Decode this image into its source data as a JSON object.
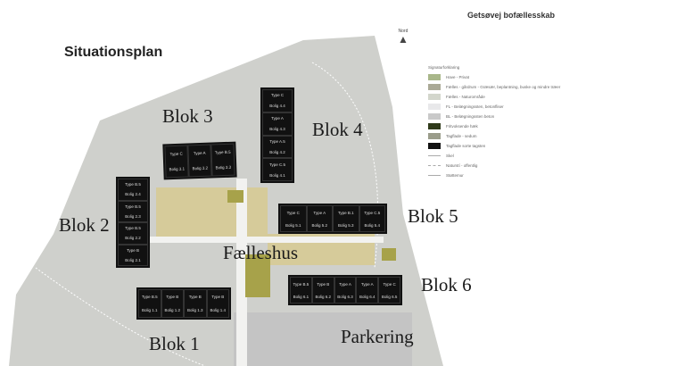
{
  "title": "Situationsplan",
  "project": "Getsøvej bofællesskab",
  "north": "Nord",
  "legend": {
    "heading": "Signaturforklaring",
    "items": [
      {
        "label": "Have - Privat",
        "color": "#a9b78a"
      },
      {
        "label": "Fælles - gårdrum - Græsær, beplantning, buske og mindre træer",
        "color": "#aaa996"
      },
      {
        "label": "Fælles - Naturområde",
        "color": "#d3d6cc"
      },
      {
        "label": "FL - Belægningssten, betonfliser",
        "color": "#e8e8ea"
      },
      {
        "label": "BL - Belægningssten beton",
        "color": "#c9c9c9"
      },
      {
        "label": "Fritvoksende hæk",
        "color": "#2f3a1a"
      },
      {
        "label": "Tagflade - sedum",
        "color": "#9a9c8a"
      },
      {
        "label": "Tagflade sorte tagsten",
        "color": "#111111"
      },
      {
        "label": "Skel",
        "color": "line"
      },
      {
        "label": "Naturstí - offentlig",
        "color": "dash"
      },
      {
        "label": "Støttemur",
        "color": "line"
      }
    ]
  },
  "labels": {
    "blok1": "Blok 1",
    "blok2": "Blok 2",
    "blok3": "Blok 3",
    "blok4": "Blok 4",
    "blok5": "Blok 5",
    "blok6": "Blok 6",
    "faelleshus": "Fælleshus",
    "parkering": "Parkering"
  },
  "buildings": {
    "b3": [
      [
        "Type C",
        "Bolig 3.1"
      ],
      [
        "Type A",
        "Bolig 3.2"
      ],
      [
        "Type B.5",
        "Bolig 3.3"
      ]
    ],
    "b4": [
      [
        "Type C",
        "Bolig 4.4"
      ],
      [
        "Type A",
        "Bolig 4.3"
      ],
      [
        "Type A.5",
        "Bolig 4.2"
      ],
      [
        "Type C.5",
        "Bolig 4.1"
      ]
    ],
    "b2": [
      [
        "Type B.5",
        "Bolig 2.4"
      ],
      [
        "Type B.5",
        "Bolig 2.3"
      ],
      [
        "Type B.5",
        "Bolig 2.2"
      ],
      [
        "Type B",
        "Bolig 2.1"
      ]
    ],
    "b5": [
      [
        "Type C",
        "Bolig 5.1"
      ],
      [
        "Type A",
        "Bolig 5.2"
      ],
      [
        "Type B.1",
        "Bolig 5.3"
      ],
      [
        "Type C.5",
        "Bolig 5.4"
      ]
    ],
    "b1": [
      [
        "Type B.5",
        "Bolig 1.1"
      ],
      [
        "Type B",
        "Bolig 1.2"
      ],
      [
        "Type B",
        "Bolig 1.3"
      ],
      [
        "Type B",
        "Bolig 1.4"
      ]
    ],
    "b6": [
      [
        "Type B.5",
        "Bolig 6.1"
      ],
      [
        "Type B",
        "Bolig 6.2"
      ],
      [
        "Type A",
        "Bolig 6.3"
      ],
      [
        "Type A",
        "Bolig 6.4"
      ],
      [
        "Type C",
        "Bolig 6.5"
      ]
    ]
  }
}
